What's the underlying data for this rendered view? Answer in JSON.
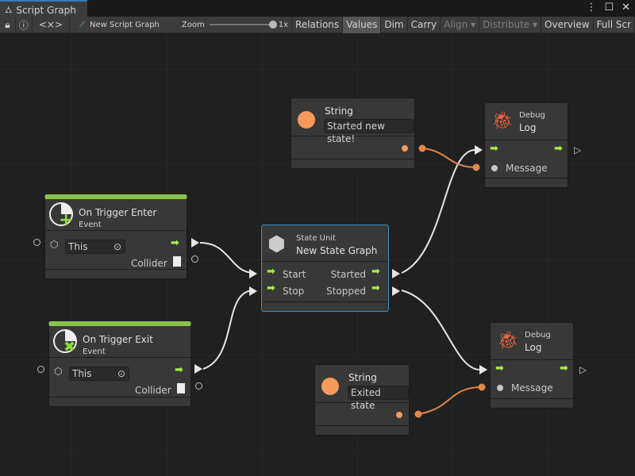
{
  "window": {
    "tab_title": "Script Graph",
    "tab_icon": "hierarchy-icon"
  },
  "toolbar": {
    "graph_name": "New Script Graph",
    "zoom_label": "Zoom",
    "zoom_value": "1x",
    "zoom_level": 1.0,
    "code_icon_label": "<×>",
    "buttons": [
      "Relations",
      "Values",
      "Dim",
      "Carry",
      "Align ▾",
      "Distribute ▾",
      "Overview",
      "Full Scr"
    ],
    "active": "Values",
    "disabled": [
      "Align ▾",
      "Distribute ▾"
    ]
  },
  "nodes": {
    "string1": {
      "title": "String",
      "value": "Started new state!"
    },
    "debug1": {
      "subtitle": "Debug",
      "title": "Log",
      "message_label": "Message"
    },
    "trigger_enter": {
      "title": "On Trigger Enter",
      "subtitle": "Event",
      "target": "This",
      "output": "Collider"
    },
    "state_unit": {
      "subtitle": "State Unit",
      "title": "New  State  Graph",
      "inputs": [
        "Start",
        "Stop"
      ],
      "outputs": [
        "Started",
        "Stopped"
      ]
    },
    "trigger_exit": {
      "title": "On Trigger Exit",
      "subtitle": "Event",
      "target": "This",
      "output": "Collider"
    },
    "debug2": {
      "subtitle": "Debug",
      "title": "Log",
      "message_label": "Message"
    },
    "string2": {
      "title": "String",
      "value": "Exited state"
    }
  },
  "colors": {
    "control_flow": "#a4f043",
    "string_port": "#f59a5b",
    "event_bar": "#8bc34a",
    "selection": "#3d8fc4",
    "debug_icon": "#f0643c"
  }
}
